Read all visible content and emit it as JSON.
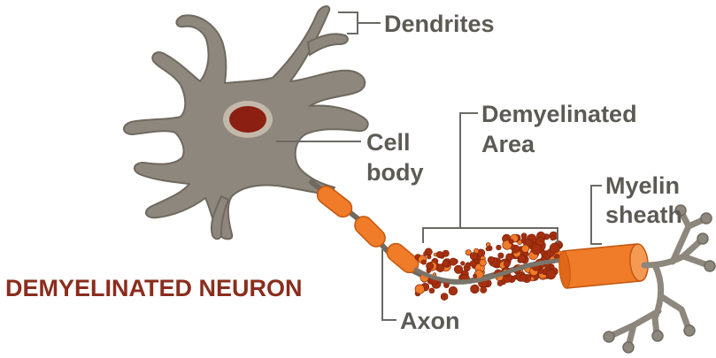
{
  "title": "DEMYELINATED NEURON",
  "labels": {
    "dendrites": "Dendrites",
    "cell_body_line1": "Cell",
    "cell_body_line2": "body",
    "demyelinated_line1": "Demyelinated",
    "demyelinated_line2": "Area",
    "myelin_line1": "Myelin",
    "myelin_line2": "sheath",
    "axon": "Axon"
  },
  "colors": {
    "neuron_body": "#8e877d",
    "neuron_outline": "#6f695f",
    "nucleus": "#8b1f12",
    "myelin": "#f07b28",
    "myelin_outline": "#c25812",
    "debris": "#a5300f",
    "label_text": "#5c5a55",
    "title_text": "#8a2d1d",
    "leader_line": "#6b6964"
  }
}
